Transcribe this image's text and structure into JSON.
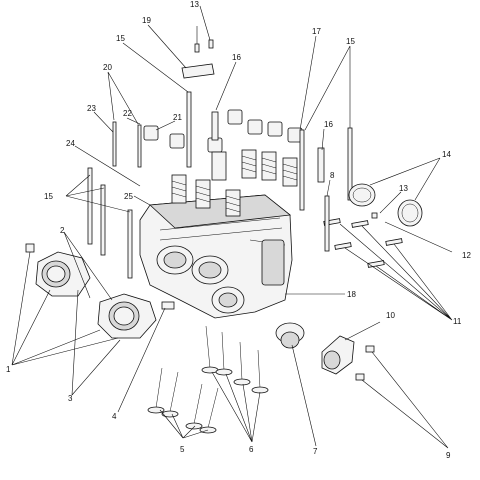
{
  "diagram": {
    "callouts": {
      "n1": "1",
      "n2": "2",
      "n3": "3",
      "n4": "4",
      "n5": "5",
      "n6": "6",
      "n7": "7",
      "n8": "8",
      "n9": "9",
      "n10": "10",
      "n11": "11",
      "n12": "12",
      "n13a": "13",
      "n13b": "13",
      "n14": "14",
      "n15a": "15",
      "n15b": "15",
      "n15c": "15",
      "n16a": "16",
      "n16b": "16",
      "n17": "17",
      "n18": "18",
      "n19": "19",
      "n20": "20",
      "n21": "21",
      "n22": "22",
      "n23": "23",
      "n24": "24",
      "n25": "25"
    },
    "colors": {
      "line": "#111111",
      "fill": "#f4f4f4",
      "shade": "#d8d8d8"
    }
  }
}
